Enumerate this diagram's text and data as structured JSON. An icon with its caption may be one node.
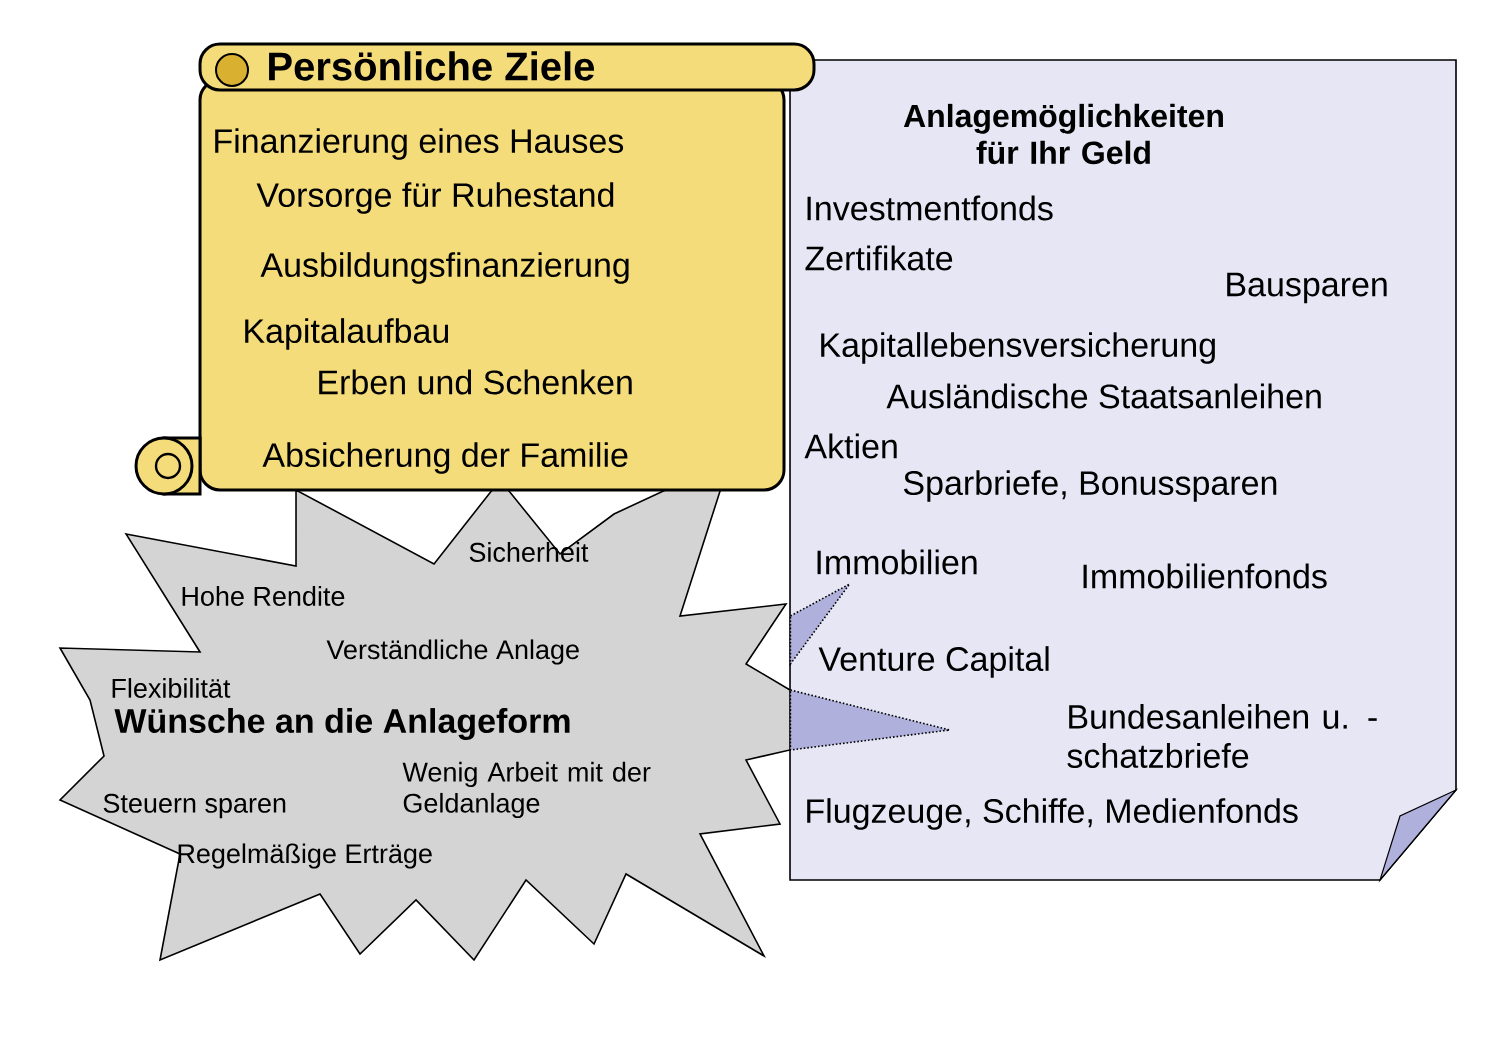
{
  "diagram": {
    "nodes": [
      {
        "text": [
          "Persönliche Ziele",
          "Finanzierung eines Hauses",
          "Vorsorge für Ruhestand",
          "Ausbildungsfinanzierung",
          "Kapitalaufbau",
          "Erben und Schenken",
          "Absicherung der Familie"
        ]
      },
      {
        "text": [
          "Sicherheit",
          "Hohe Rendite",
          "Verständliche Anlage",
          "Flexibilität",
          "Wünsche an die Anlageform",
          "Steuern sparen",
          "Wenig Arbeit mit der Geldanlage",
          "Regelmäßige Erträge"
        ]
      },
      {
        "text": [
          "Anlagemöglichkeiten für Ihr Geld",
          "Investmentfonds",
          "Zertifikate",
          "Bausparen",
          "Kapitallebensversicherung",
          "Ausländische Staatsanleihen",
          "Aktien",
          "Sparbriefe, Bonussparen",
          "Immobilien",
          "Immobilienfonds",
          "Venture Capital",
          "Bundesanleihen u. -schatzbriefe",
          "Flugzeuge, Schiffe, Medienfonds"
        ]
      }
    ],
    "edges": [
      {
        "from": 1,
        "to": 2,
        "arrow": "to"
      },
      {
        "from": 1,
        "to": 2,
        "arrow": "to"
      }
    ]
  }
}
